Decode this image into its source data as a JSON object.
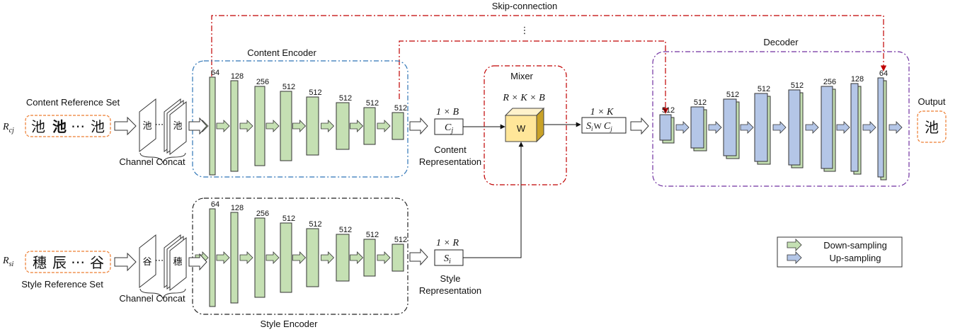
{
  "skip_connection_label": "Skip-connection",
  "skip_ellipsis": "⋮",
  "content_encoder": {
    "title": "Content Encoder",
    "channels": [
      "64",
      "128",
      "256",
      "512",
      "512",
      "512",
      "512",
      "512"
    ]
  },
  "style_encoder": {
    "title": "Style Encoder",
    "channels": [
      "64",
      "128",
      "256",
      "512",
      "512",
      "512",
      "512",
      "512"
    ]
  },
  "decoder": {
    "title": "Decoder",
    "channels": [
      "512",
      "512",
      "512",
      "512",
      "512",
      "256",
      "128",
      "64"
    ]
  },
  "mixer": {
    "title": "Mixer",
    "tensor_label": "R × K × B",
    "cube_label": "W"
  },
  "content_reference": {
    "title": "Content Reference Set",
    "symbol": "R",
    "subscript": "cj",
    "glyphs": [
      "池",
      "池",
      "⋯",
      "池"
    ],
    "stack_glyphs": [
      "池",
      "⋯",
      "池"
    ]
  },
  "style_reference": {
    "title": "Style Reference Set",
    "symbol": "R",
    "subscript": "si",
    "glyphs": [
      "穗",
      "辰",
      "⋯",
      "谷"
    ],
    "stack_glyphs": [
      "谷",
      "⋯",
      "穗"
    ]
  },
  "channel_concat_label": "Channel Concat",
  "content_representation": {
    "dim_label": "1 × B",
    "symbol": "C",
    "subscript": "j",
    "caption_line1": "Content",
    "caption_line2": "Representation"
  },
  "style_representation": {
    "dim_label": "1 × R",
    "symbol": "S",
    "subscript": "i",
    "caption_line1": "Style",
    "caption_line2": "Representation"
  },
  "mixed_representation": {
    "dim_label": "1 × K",
    "text_s": "S",
    "text_s_sub": "i",
    "text_w": "W",
    "text_c": "C",
    "text_c_sub": "j"
  },
  "output": {
    "title": "Output",
    "glyph": "池"
  },
  "legend": {
    "down_label": "Down-sampling",
    "up_label": "Up-sampling"
  },
  "colors": {
    "encoder_fill": "#c5e0b3",
    "encoder_stroke": "#333333",
    "decoder_fill": "#b4c6e7",
    "cube_front": "#ffe699",
    "cube_top": "#fff2cc",
    "cube_side": "#c9a227",
    "content_box": "#2e75b6",
    "style_box": "#222222",
    "mixer_box": "#c00000",
    "decoder_box": "#7030a0",
    "ref_box": "#ed7d31",
    "skip_line": "#c00000"
  }
}
